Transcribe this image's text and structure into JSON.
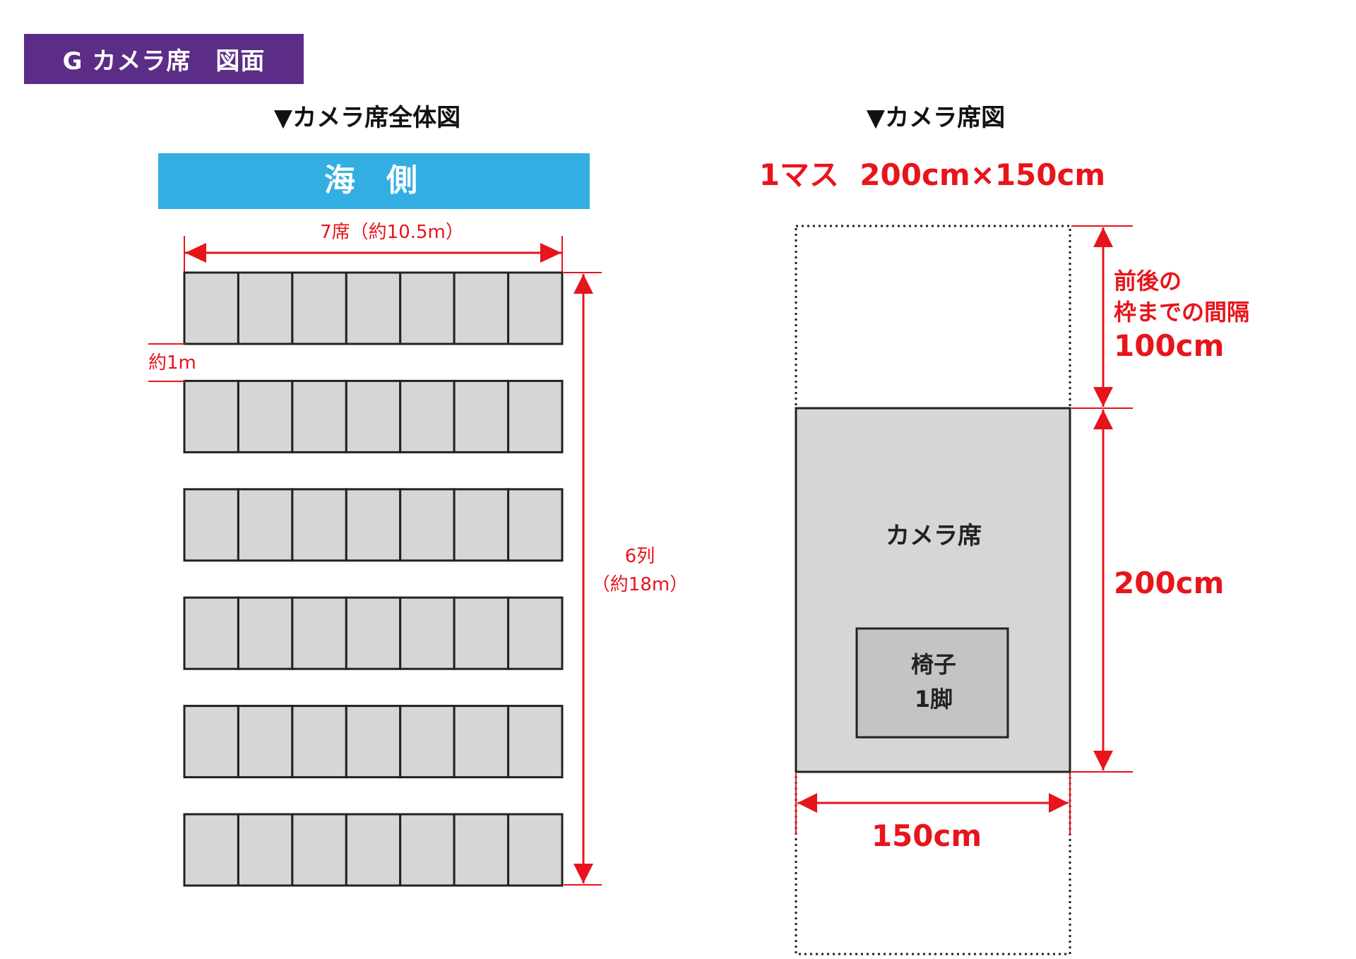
{
  "header": {
    "title": "G カメラ席　図面"
  },
  "left": {
    "heading": "▼カメラ席全体図",
    "sea_label": "海　側",
    "width_label": "7席（約10.5m）",
    "gap_label": "約1m",
    "rows_label": [
      "6列",
      "（約18m）"
    ],
    "rows": 6,
    "seats_per_row": 7
  },
  "right": {
    "heading": "▼カメラ席図",
    "unit_label": "1マス  200cm×150cm",
    "gap_label": [
      "前後の",
      "枠までの間隔"
    ],
    "gap_value": "100cm",
    "seat_label": "カメラ席",
    "chair_label": [
      "椅子",
      "1脚"
    ],
    "depth_value": "200cm",
    "width_value": "150cm"
  },
  "colors": {
    "badge": "#5b2d86",
    "sea": "#33aee2",
    "dimension": "#e8141c",
    "seat": "#d6d6d6",
    "chair": "#c4c4c4"
  }
}
